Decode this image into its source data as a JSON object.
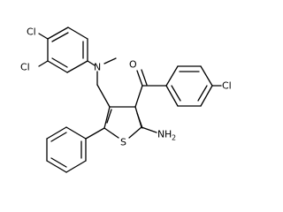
{
  "molecule": {
    "atoms": {
      "cl_a": "Cl",
      "cl_b": "Cl",
      "n_amine": "N",
      "o_carbonyl": "O",
      "cl_c": "Cl",
      "s_ring": "S",
      "nh2_n": "N",
      "nh2_h": "H",
      "nh2_sub": "2"
    }
  }
}
